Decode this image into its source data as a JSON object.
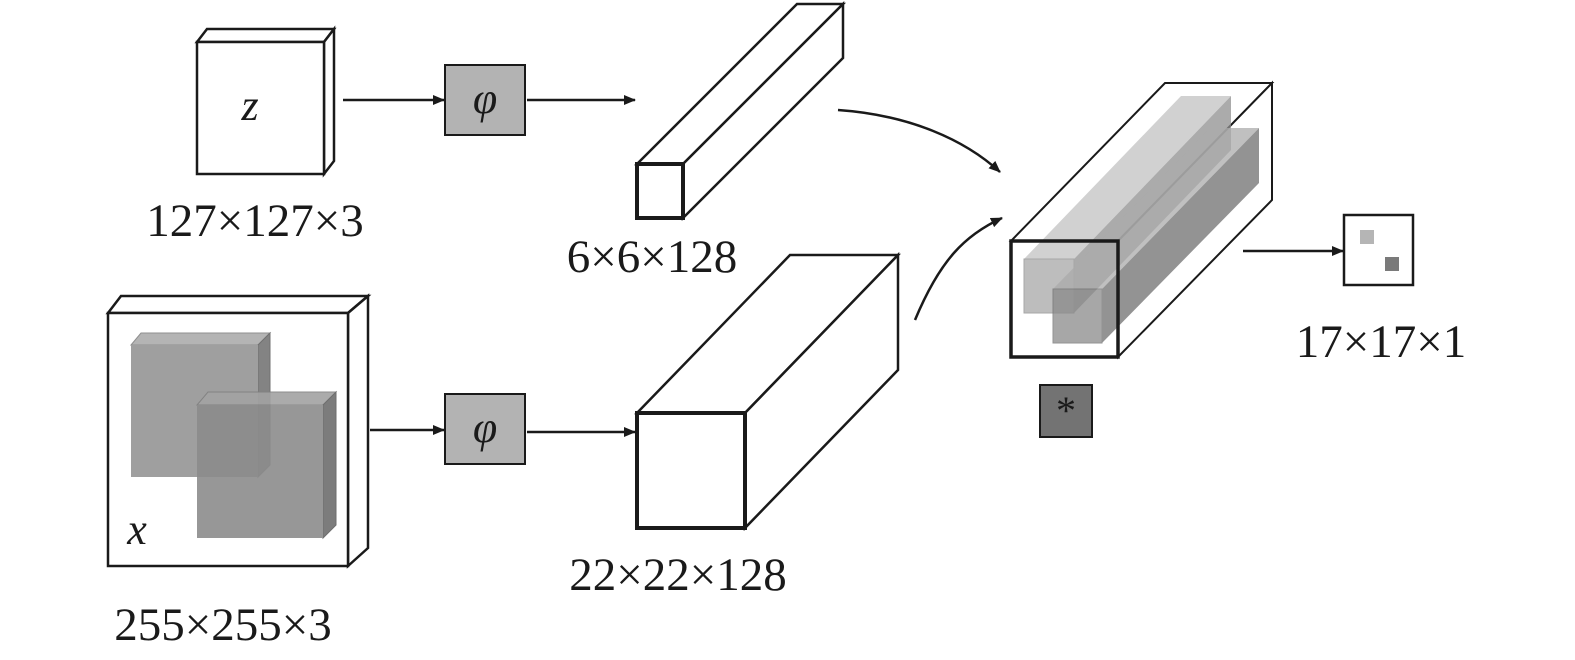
{
  "template_input": {
    "variable": "z",
    "dimension_label": "127×127×3"
  },
  "search_input": {
    "variable": "x",
    "dimension_label": "255×255×3"
  },
  "template_embedding_op": "φ",
  "search_embedding_op": "φ",
  "template_feature": {
    "dimension_label": "6×6×128"
  },
  "search_feature": {
    "dimension_label": "22×22×128"
  },
  "correlation_op": "*",
  "score_map": {
    "dimension_label": "17×17×1"
  },
  "colors": {
    "operator_fill": "#b3b3b3",
    "correlation_fill": "#737373",
    "patch_fill": "#9a9a9a",
    "stroke": "#1a1a1a"
  }
}
